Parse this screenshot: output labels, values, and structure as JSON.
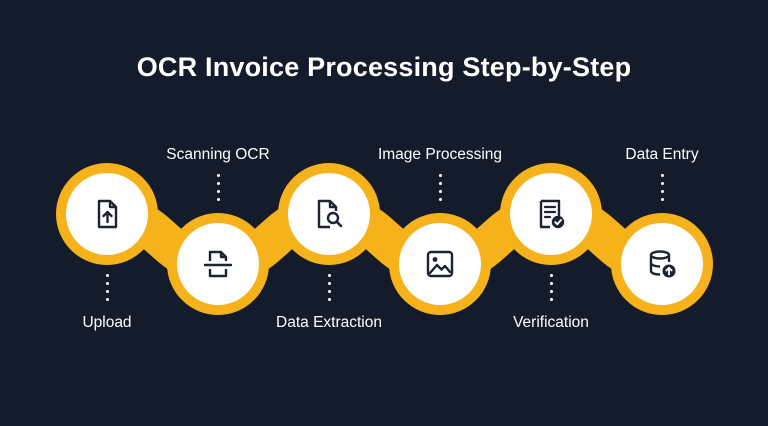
{
  "title": "OCR Invoice Processing Step-by-Step",
  "colors": {
    "background": "#141b2b",
    "accent": "#f6b21b",
    "node": "#ffffff",
    "icon": "#1c2333"
  },
  "steps": [
    {
      "label": "Upload",
      "icon": "file-upload-icon",
      "row": "top",
      "label_position": "bottom"
    },
    {
      "label": "Scanning OCR",
      "icon": "scan-document-icon",
      "row": "bottom",
      "label_position": "top"
    },
    {
      "label": "Data Extraction",
      "icon": "file-search-icon",
      "row": "top",
      "label_position": "bottom"
    },
    {
      "label": "Image Processing",
      "icon": "image-icon",
      "row": "bottom",
      "label_position": "top"
    },
    {
      "label": "Verification",
      "icon": "verified-receipt-icon",
      "row": "top",
      "label_position": "bottom"
    },
    {
      "label": "Data Entry",
      "icon": "database-upload-icon",
      "row": "bottom",
      "label_position": "top"
    }
  ]
}
